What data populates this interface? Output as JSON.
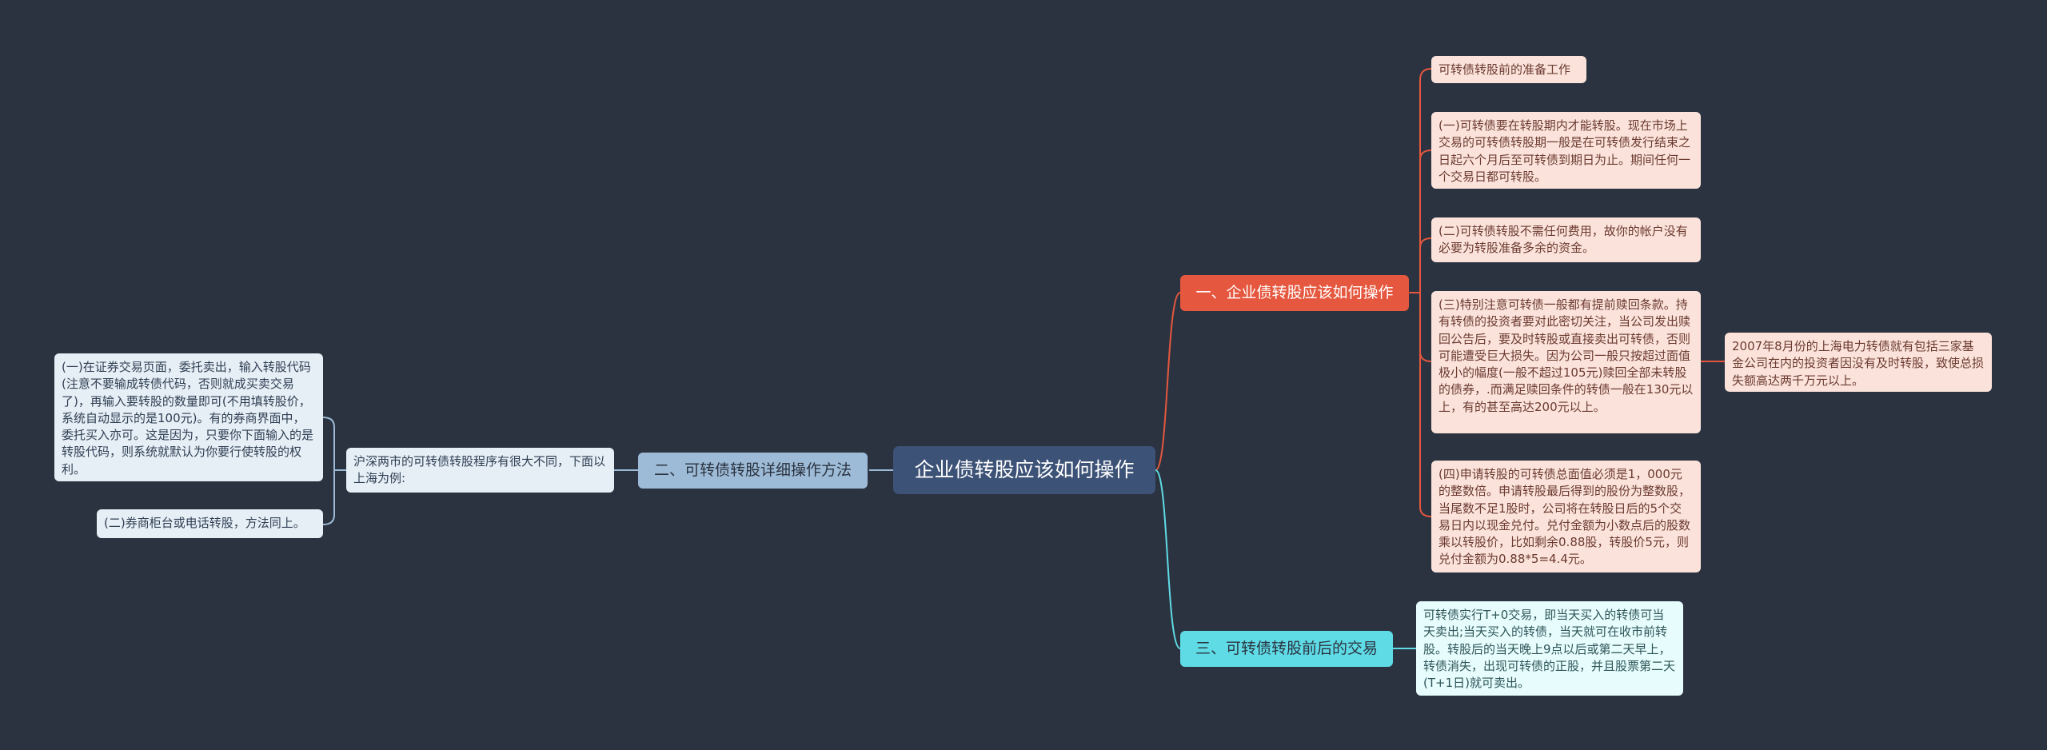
{
  "root": {
    "label": "企业债转股应该如何操作"
  },
  "branches": [
    {
      "label": "一、企业债转股应该如何操作",
      "children": [
        "可转债转股前的准备工作",
        "(一)可转债要在转股期内才能转股。现在市场上交易的可转债转股期一般是在可转债发行结束之日起六个月后至可转债到期日为止。期间任何一个交易日都可转股。",
        "(二)可转债转股不需任何费用，故你的帐户没有必要为转股准备多余的资金。",
        "(三)特别注意可转债一般都有提前赎回条款。持有转债的投资者要对此密切关注，当公司发出赎回公告后，要及时转股或直接卖出可转债，否则可能遭受巨大损失。因为公司一般只按超过面值极小的幅度(一般不超过105元)赎回全部未转股的债券，.而满足赎回条件的转债一般在130元以上，有的甚至高达200元以上。",
        "(四)申请转股的可转债总面值必须是1，000元的整数倍。申请转股最后得到的股份为整数股，当尾数不足1股时，公司将在转股日后的5个交易日内以现金兑付。兑付金额为小数点后的股数乘以转股价，比如剩余0.88股，转股价5元，则兑付金额为0.88*5=4.4元。"
      ],
      "sub_note": "2007年8月份的上海电力转债就有包括三家基金公司在内的投资者因没有及时转股，致使总损失额高达两千万元以上。"
    },
    {
      "label": "二、可转债转股详细操作方法",
      "child": "沪深两市的可转债转股程序有很大不同，下面以上海为例:",
      "grandchildren": [
        "(一)在证券交易页面，委托卖出，输入转股代码(注意不要输成转债代码，否则就成买卖交易了)，再输入要转股的数量即可(不用填转股价，系统自动显示的是100元)。有的券商界面中，委托买入亦可。这是因为，只要你下面输入的是转股代码，则系统就默认为你要行使转股的权利。",
        "(二)券商柜台或电话转股，方法同上。"
      ]
    },
    {
      "label": "三、可转债转股前后的交易",
      "children": [
        "可转债实行T+0交易，即当天买入的转债可当天卖出;当天买入的转债，当天就可在收市前转股。转股后的当天晚上9点以后或第二天早上，转债消失，出现可转债的正股，并且股票第二天(T+1日)就可卖出。"
      ]
    }
  ],
  "colors": {
    "background": "#2b3340",
    "root": "#3c5276",
    "branch1": "#e5573e",
    "branch2": "#9dbbd7",
    "branch3": "#5fdbe6",
    "link_red": "#e5573e",
    "link_blue": "#9dbbd7",
    "link_cyan": "#5fdbe6"
  }
}
